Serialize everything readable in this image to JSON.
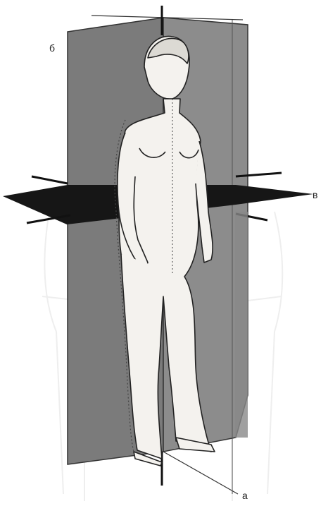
{
  "labels": {
    "sagittal": "б",
    "horizontal": "в",
    "frontal": "а"
  },
  "colors": {
    "sagittal_plane": "#7a7a7a",
    "horizontal_plane": "#1a1a1a",
    "frontal_edge": "#333333",
    "figure_fill": "#f4f2ee",
    "background_figure": "#e6e6e6"
  }
}
